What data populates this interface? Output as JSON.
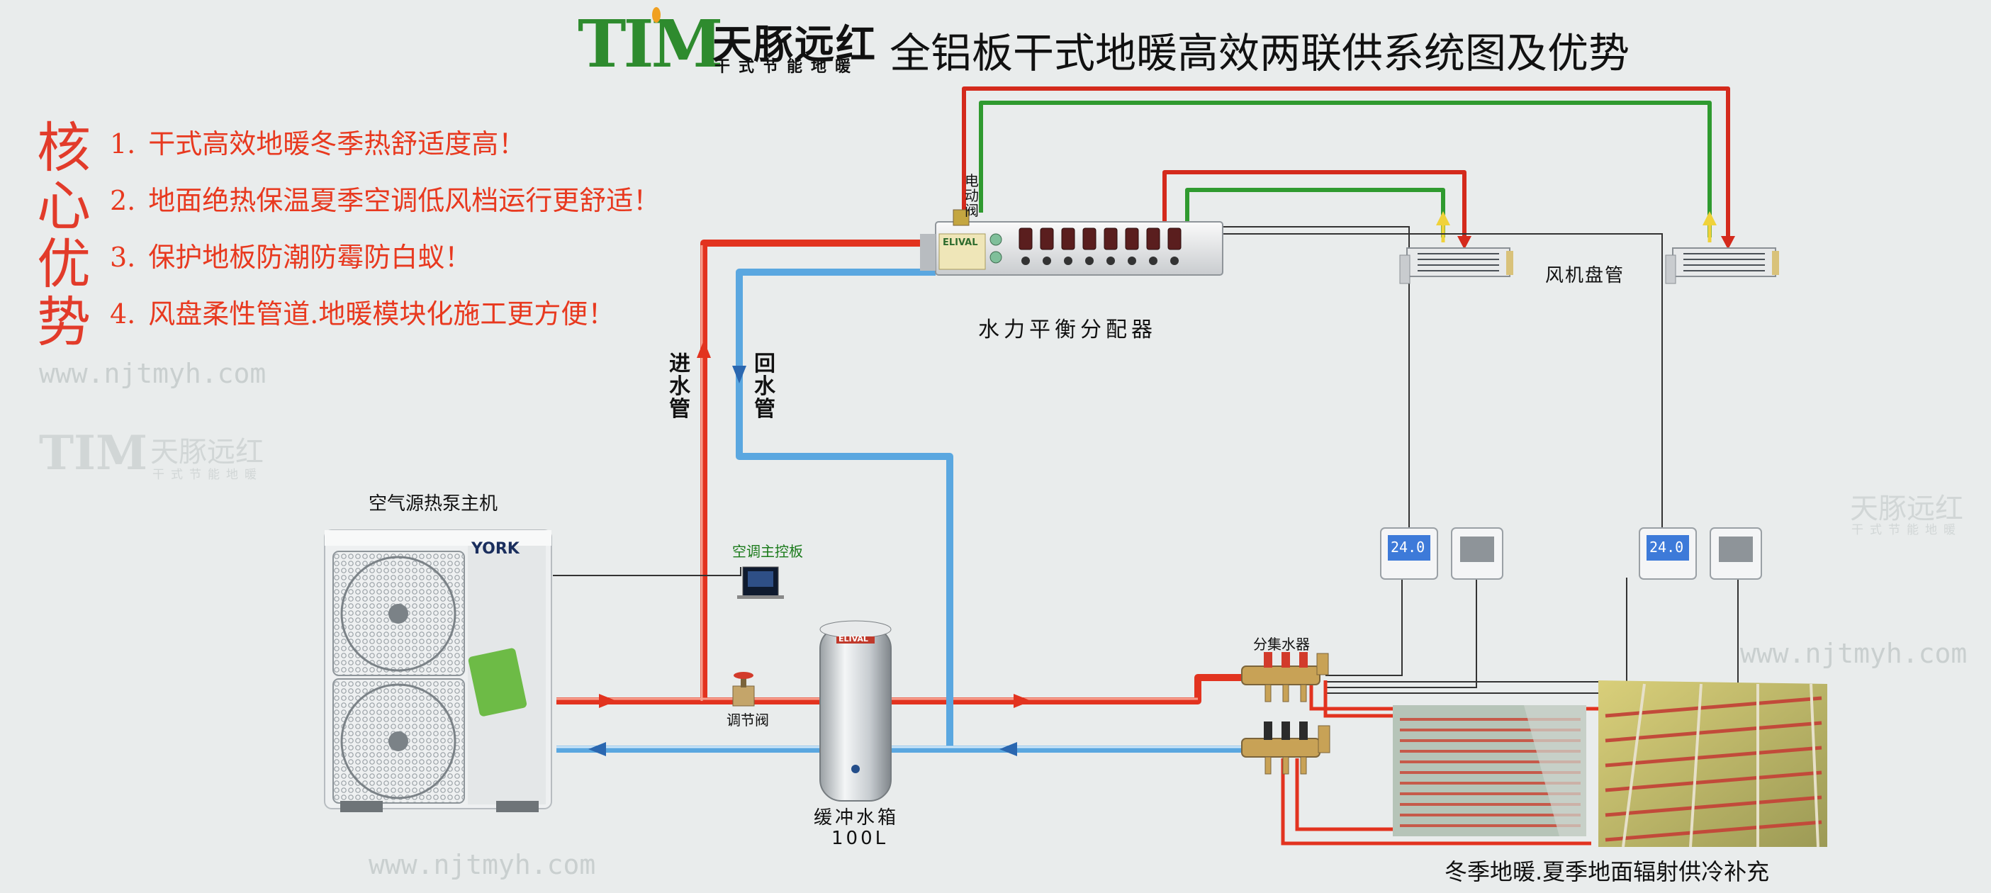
{
  "header": {
    "logo_mark": "TIM",
    "brand_name": "天豚远红",
    "brand_tagline": "干式节能地暖",
    "title": "全铝板干式地暖高效两联供系统图及优势"
  },
  "advantages": {
    "heading": "核心优势",
    "items": [
      {
        "num": "1.",
        "text": "干式高效地暖冬季热舒适度高！"
      },
      {
        "num": "2.",
        "text": "地面绝热保温夏季空调低风档运行更舒适！"
      },
      {
        "num": "3.",
        "text": "保护地板防潮防霉防白蚁！"
      },
      {
        "num": "4.",
        "text": "风盘柔性管道.地暖模块化施工更方便！"
      }
    ]
  },
  "watermarks": {
    "url": "www.njtmyh.com",
    "brand_name": "天豚远红",
    "brand_tagline": "干式节能地暖",
    "logo_mark": "TIM"
  },
  "labels": {
    "heat_pump": "空气源热泵主机",
    "heat_pump_brand": "YORK",
    "control_panel": "空调主控板",
    "adjust_valve": "调节阀",
    "inlet_pipe": "进水管",
    "return_pipe": "回水管",
    "electric_valve": "电动阀",
    "distributor": "水力平衡分配器",
    "distributor_brand": "ELIVAL",
    "fan_coil": "风机盘管",
    "manifold": "分集水器",
    "buffer_tank": "缓冲水箱",
    "buffer_tank_capacity": "100L",
    "tank_brand": "ELIVAL",
    "thermostat_reading": "24.0",
    "floor_caption": "冬季地暖.夏季地面辐射供冷补充"
  },
  "colors": {
    "supply_pipe": "#e2331f",
    "return_pipe": "#5aa7e0",
    "fan_supply": "#d42a1c",
    "fan_return": "#2f9a2f",
    "wire": "#333333",
    "accent_red": "#e8391f",
    "brand_green": "#2e8b2e"
  }
}
